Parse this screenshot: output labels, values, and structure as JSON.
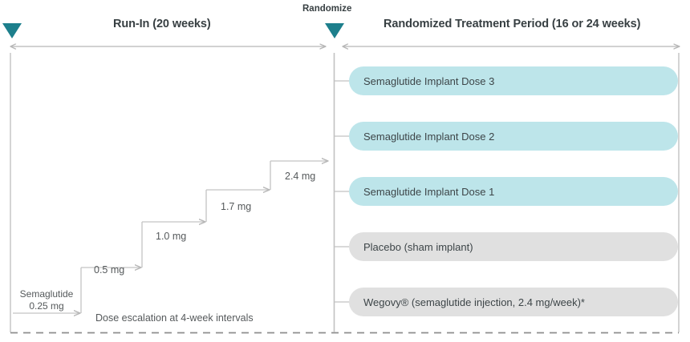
{
  "diagram": {
    "title_left": "Run-In (20 weeks)",
    "title_right": "Randomized Treatment Period (16 or 24 weeks)",
    "randomize_label": "Randomize",
    "escalation_note": "Dose escalation at 4-week intervals",
    "start_dose_line1": "Semaglutide",
    "start_dose_line2": "0.25 mg",
    "dose_steps": [
      {
        "label": "0.5 mg"
      },
      {
        "label": "1.0 mg"
      },
      {
        "label": "1.7 mg"
      },
      {
        "label": "2.4 mg"
      }
    ],
    "arms": [
      {
        "label": "Semaglutide Implant Dose 3",
        "color": "#bde5ea"
      },
      {
        "label": "Semaglutide Implant Dose 2",
        "color": "#bde5ea"
      },
      {
        "label": "Semaglutide Implant Dose 1",
        "color": "#bde5ea"
      },
      {
        "label": "Placebo (sham implant)",
        "color": "#e0e0e0"
      },
      {
        "label": "Wegovy® (semaglutide injection, 2.4 mg/week)*",
        "color": "#e0e0e0"
      }
    ],
    "colors": {
      "marker_teal": "#1d7f8c",
      "implant_blue": "#bde5ea",
      "comparator_gray": "#e0e0e0",
      "line_gray": "#b7b7b7",
      "text_dark": "#3d4548"
    },
    "icons": {
      "start_marker": "triangle-down-icon",
      "randomize_marker": "triangle-down-icon"
    }
  }
}
